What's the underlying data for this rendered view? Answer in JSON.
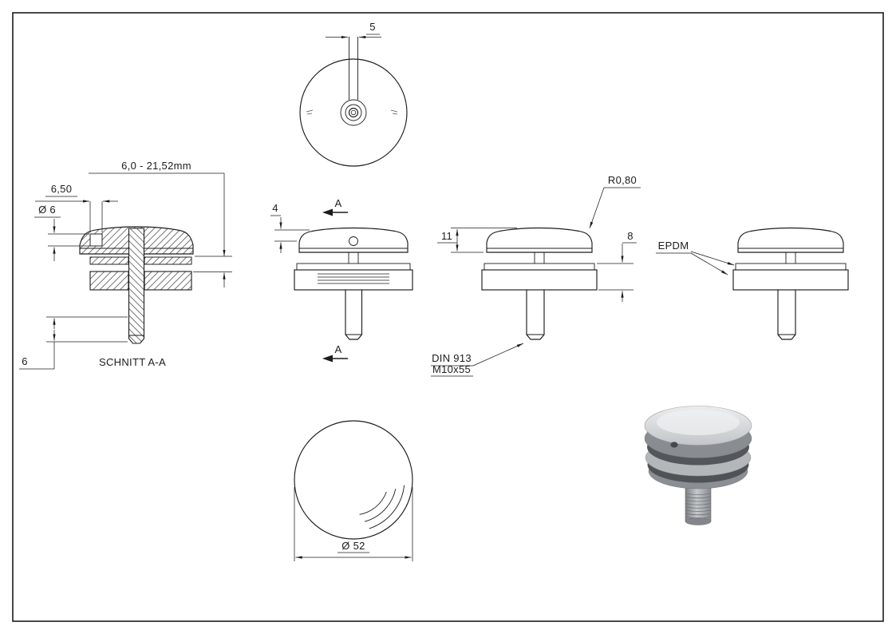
{
  "page": {
    "background": "#ffffff",
    "line_color": "#1c1c1c"
  },
  "drawing": {
    "section_title": "SCHNITT A-A",
    "section_marker": "A",
    "dims": {
      "slot_width": "5",
      "glass_range": "6,0 - 21,52mm",
      "hole_offset": "6,50",
      "hole_diameter": "Ø 6",
      "tip_length": "6",
      "hole_depth": "4",
      "cap_height": "11",
      "plate_height": "8",
      "edge_radius": "R0,80",
      "base_diameter": "Ø 52"
    },
    "notes": {
      "gasket_material": "EPDM",
      "screw_spec_line1": "DIN 913",
      "screw_spec_line2": "M10x55"
    }
  }
}
